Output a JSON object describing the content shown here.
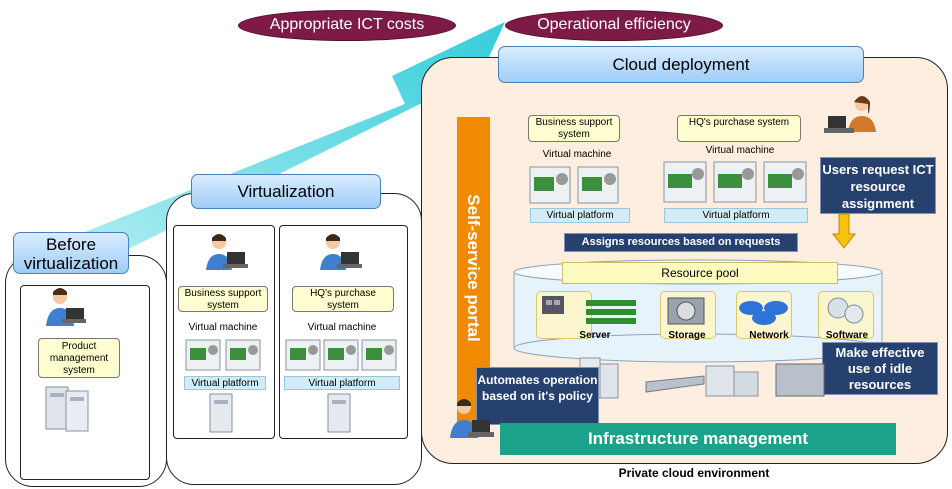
{
  "pills": {
    "costs": "Appropriate ICT costs",
    "efficiency": "Operational efficiency"
  },
  "before": {
    "title": "Before virtualization",
    "system": "Product management system"
  },
  "virtualization": {
    "title": "Virtualization",
    "left": {
      "system": "Business support system",
      "vm": "Virtual machine",
      "platform": "Virtual platform"
    },
    "right": {
      "system": "HQ's purchase system",
      "vm": "Virtual machine",
      "platform": "Virtual platform"
    }
  },
  "cloud": {
    "title": "Cloud deployment",
    "business": {
      "system": "Business support system",
      "vm": "Virtual machine",
      "platform": "Virtual platform"
    },
    "hq": {
      "system": "HQ's purchase system",
      "vm": "Virtual machine",
      "platform": "Virtual platform"
    },
    "portal": "Self-service portal",
    "assigns": "Assigns resources based on requests",
    "users_request": "Users request ICT resource assignment",
    "resource_pool": "Resource pool",
    "resources": [
      "Server",
      "Storage",
      "Network",
      "Software"
    ],
    "idle": "Make effective use of idle resources",
    "automates": "Automates operation based on it's policy",
    "infra": "Infrastructure management",
    "footer": "Private cloud environment"
  },
  "colors": {
    "pill": "#7d1b46",
    "navy": "#27416f",
    "orange": "#f18a00",
    "teal": "#1aa38a",
    "arrow": "#5fd7e0",
    "cloud_bg": "#fdeee0"
  }
}
